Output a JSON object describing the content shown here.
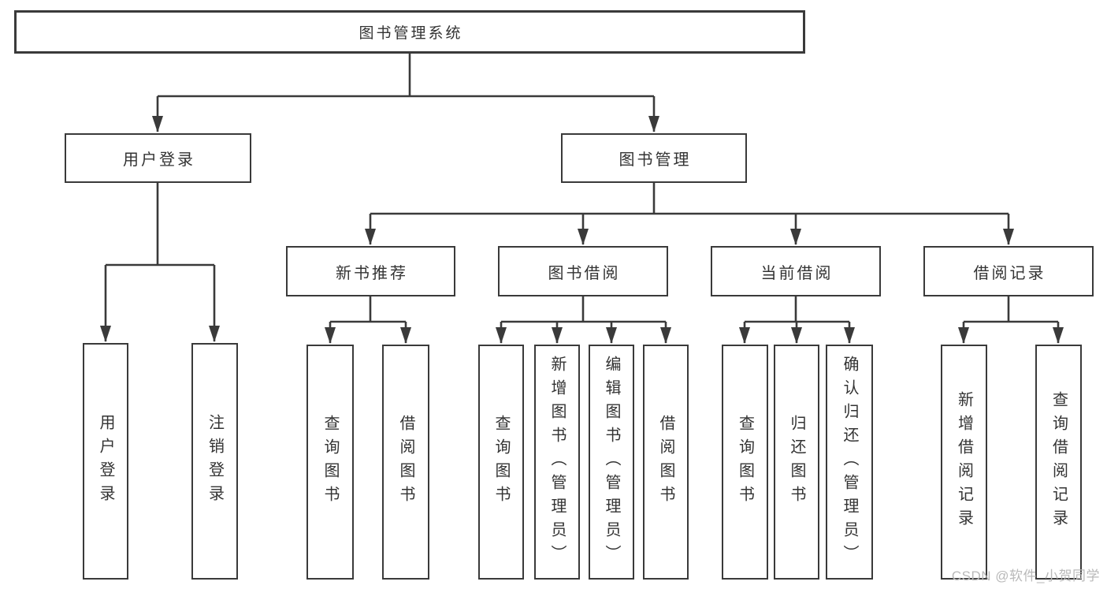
{
  "tree": {
    "root": {
      "label": "图书管理系统"
    },
    "branches": [
      {
        "label": "用户登录",
        "leaves": [
          {
            "label": "用户登录"
          },
          {
            "label": "注销登录"
          }
        ]
      },
      {
        "label": "图书管理",
        "groups": [
          {
            "label": "新书推荐",
            "leaves": [
              {
                "label": "查询图书"
              },
              {
                "label": "借阅图书"
              }
            ]
          },
          {
            "label": "图书借阅",
            "leaves": [
              {
                "label": "查询图书"
              },
              {
                "label": "新增图书（管理员）"
              },
              {
                "label": "编辑图书（管理员）"
              },
              {
                "label": "借阅图书"
              }
            ]
          },
          {
            "label": "当前借阅",
            "leaves": [
              {
                "label": "查询图书"
              },
              {
                "label": "归还图书"
              },
              {
                "label": "确认归还（管理员）"
              }
            ]
          },
          {
            "label": "借阅记录",
            "leaves": [
              {
                "label": "新增借阅记录"
              },
              {
                "label": "查询借阅记录"
              }
            ]
          }
        ]
      }
    ]
  },
  "watermark": {
    "text": "CSDN @软件_小贺同学"
  },
  "colors": {
    "line": "#3a3a3a",
    "text": "#333333",
    "watermark": "#b9b9b9",
    "background": "#ffffff",
    "node_fill": "#ffffff"
  }
}
